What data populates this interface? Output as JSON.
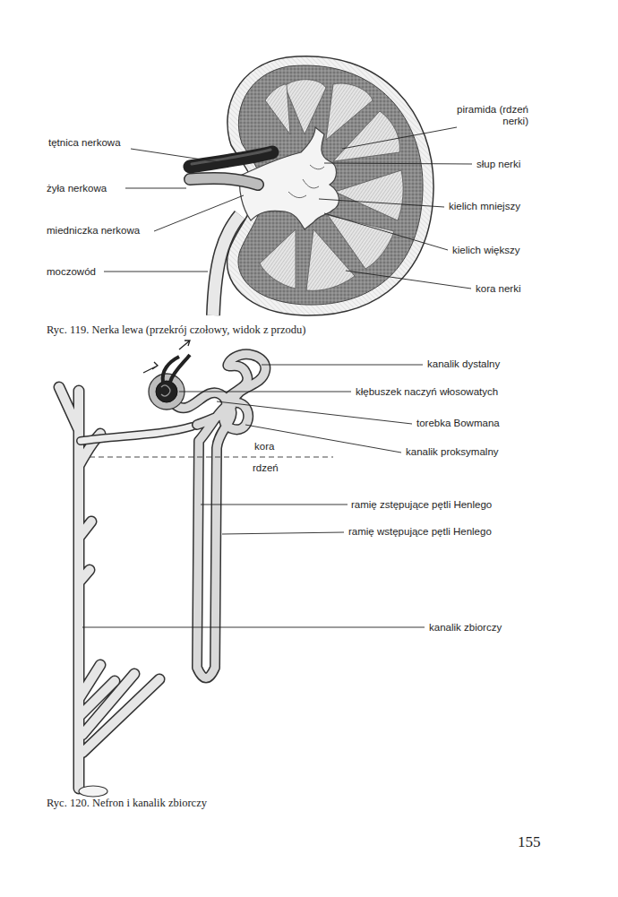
{
  "diagram": {
    "labels": [
      "tętnica nerkowa",
      "żyła nerkowa",
      "miedniczka nerkowa",
      "moczowód",
      "piramida (rdzeń nerki)",
      "słup nerki",
      "kielich mniejszy",
      "kielich większy",
      "kora nerki",
      "Ryc. 119. Nerka lewa (przekrój czołowy, widok z przodu)",
      "kanalik dystalny",
      "kłębuszek naczyń włosowatych",
      "torebka Bowmana",
      "kanalik proksymalny",
      "kora",
      "rdzeń",
      "ramię zstępujące pętli Henlego",
      "ramię wstępujące pętli Henlego",
      "kanalik zbiorczy",
      "Ryc. 120. Nefron i kanalik zbiorczy",
      "155"
    ]
  }
}
